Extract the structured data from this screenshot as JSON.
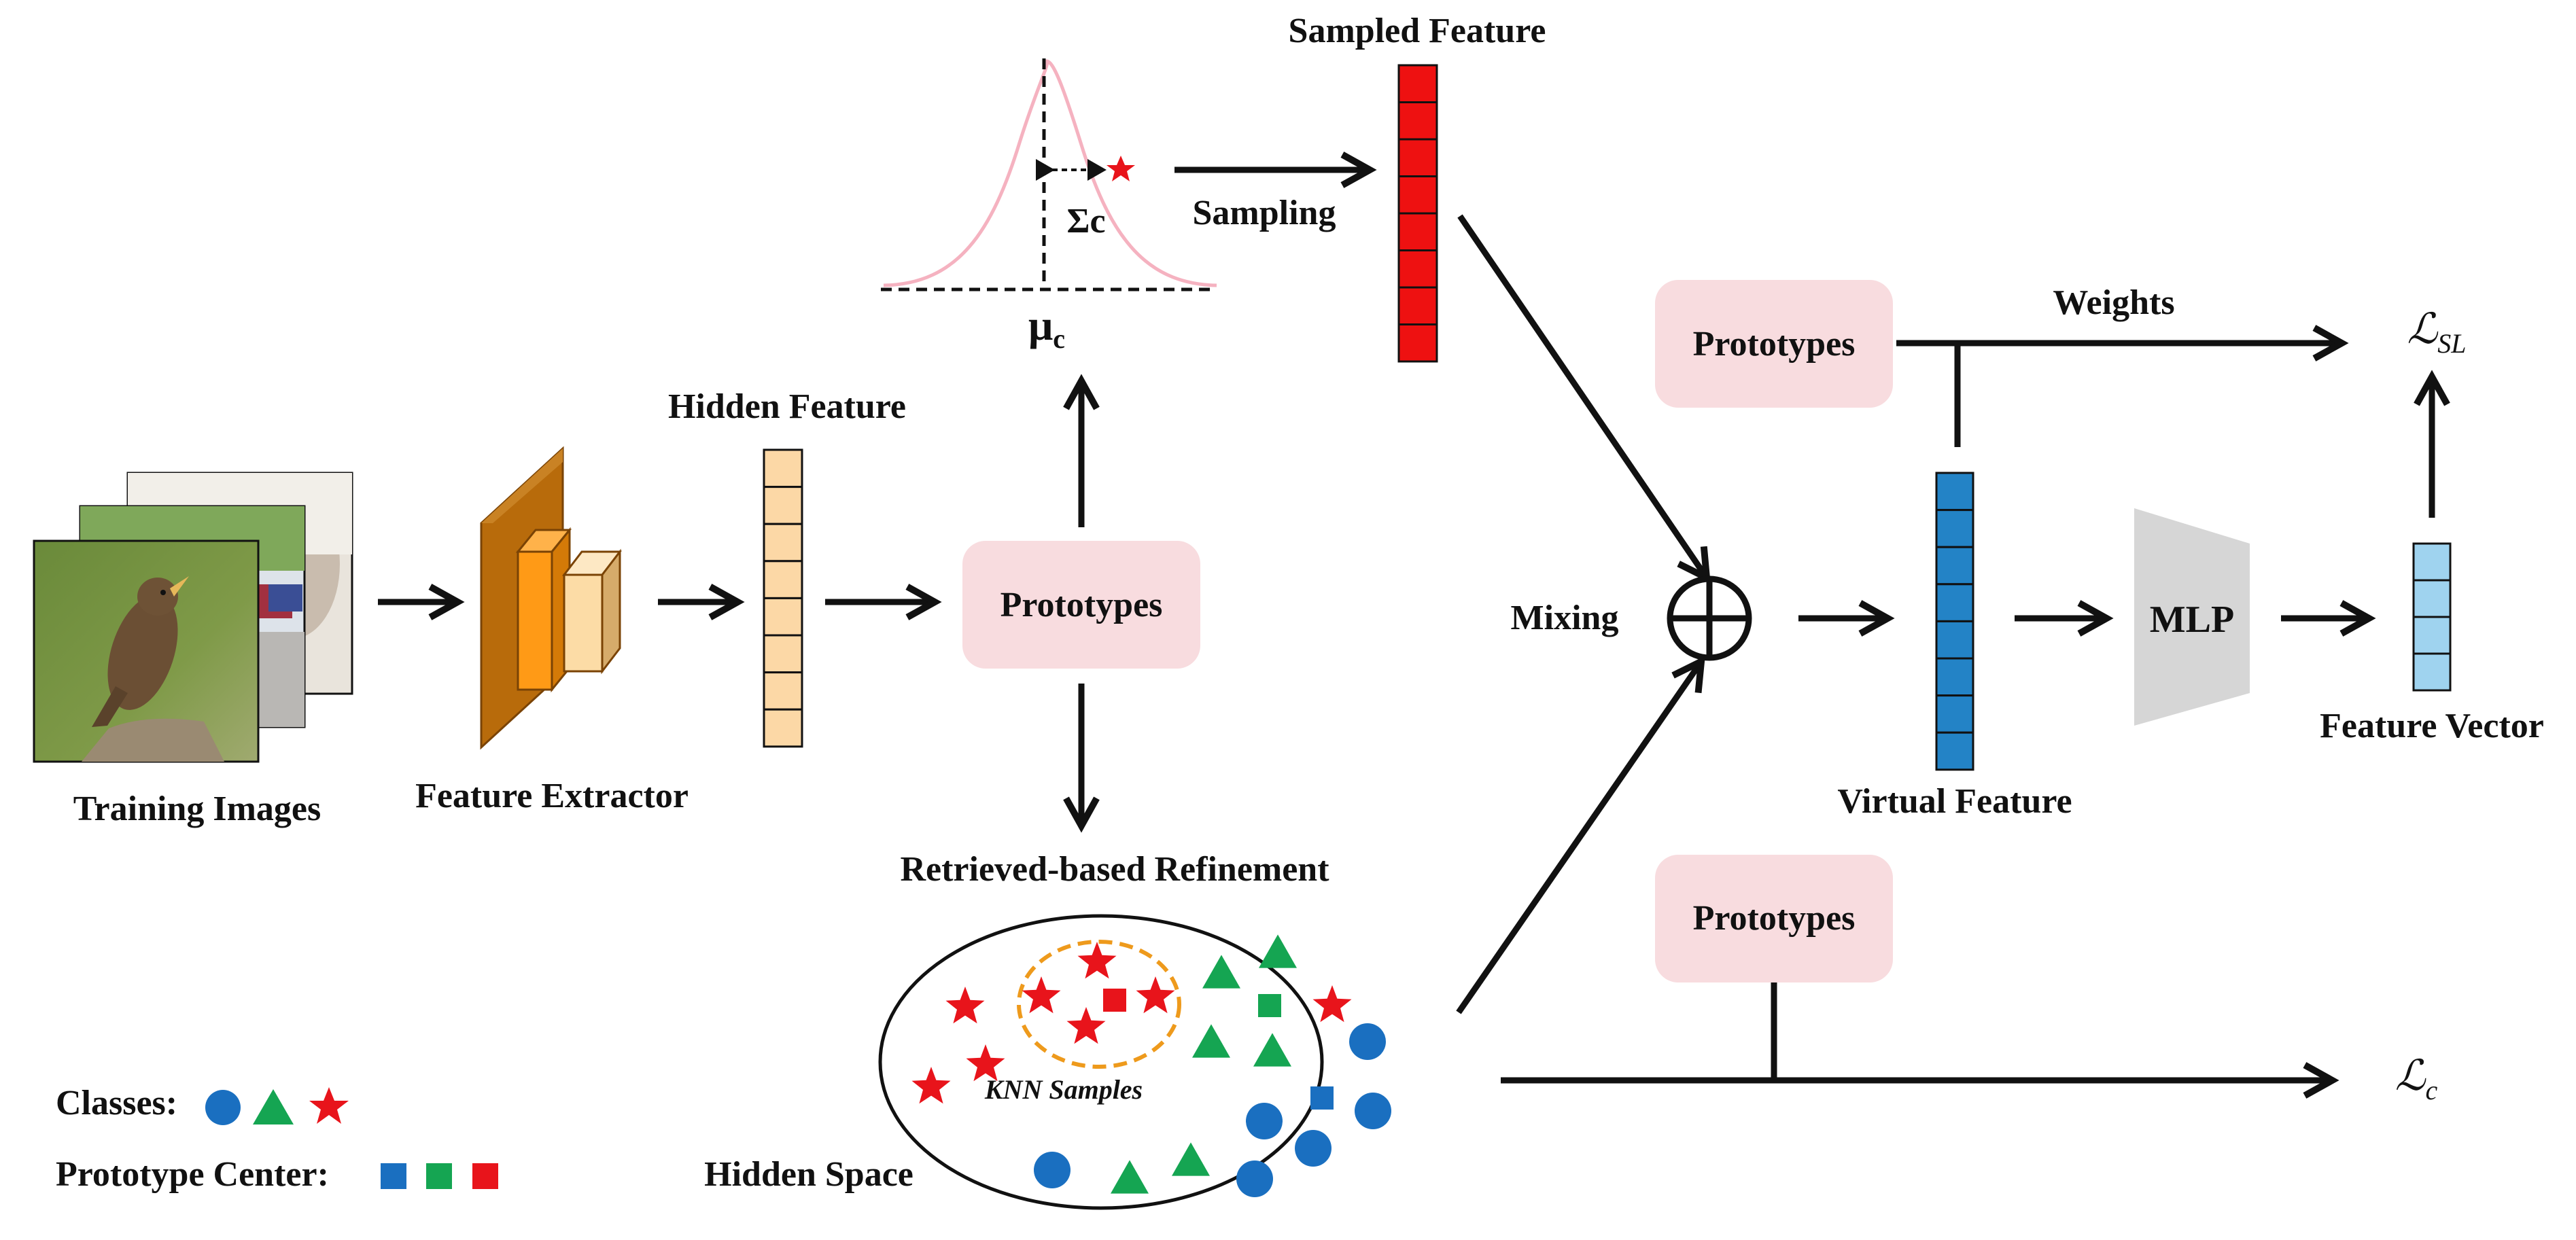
{
  "labels": {
    "training_images": "Training Images",
    "feature_extractor": "Feature Extractor",
    "hidden_feature": "Hidden Feature",
    "prototypes": "Prototypes",
    "sigma": "Σc",
    "mu": "μ",
    "mu_sub": "c",
    "sampling": "Sampling",
    "sampled_feature": "Sampled Feature",
    "retrieved_refinement": "Retrieved-based Refinement",
    "knn_samples": "KNN Samples",
    "hidden_space": "Hidden Space",
    "mixing": "Mixing",
    "weights": "Weights",
    "virtual_feature": "Virtual Feature",
    "mlp": "MLP",
    "feature_vector": "Feature Vector",
    "loss_sl": "ℒ",
    "loss_sl_sub": "SL",
    "loss_c": "ℒ",
    "loss_c_sub": "c",
    "classes": "Classes:",
    "prototype_center": "Prototype Center:"
  },
  "colors": {
    "class_blue": "#1a6fc0",
    "class_green": "#15a552",
    "class_red": "#e8141b",
    "sampled_feature": "#ee1111",
    "virtual_feature": "#2383c6",
    "feature_vector": "#9fd3ef",
    "hidden_feature": "#fcd8a6",
    "prototype_box": "#f8dcdf",
    "mlp": "#d6d6d6",
    "extractor_dark": "#b86b0b",
    "extractor_mid": "#ff9a16",
    "extractor_light": "#fcdca6",
    "knn_ellipse": "#ee9a1c",
    "gaussian": "#f5b2c0"
  }
}
